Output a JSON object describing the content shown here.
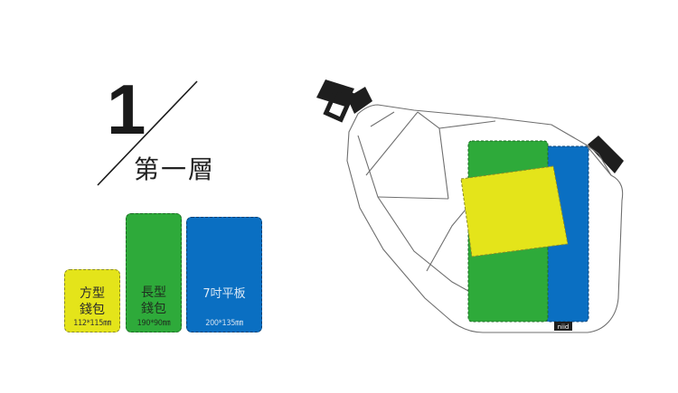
{
  "heading": {
    "number": "1",
    "title": "第一層"
  },
  "items": [
    {
      "name_line1": "方型",
      "name_line2": "錢包",
      "size": "112*115㎜",
      "color": "#e4e41a"
    },
    {
      "name_line1": "長型",
      "name_line2": "錢包",
      "size": "190*90㎜",
      "color": "#2eaa3a"
    },
    {
      "name_line1": "7吋平板",
      "name_line2": "",
      "size": "200*135㎜",
      "color": "#0a6fc2"
    }
  ],
  "bag": {
    "logo": "niid",
    "colors": {
      "outline": "#7a7a7a",
      "strap": "#222222",
      "yellow": "#e4e41a",
      "green": "#2eaa3a",
      "blue": "#0a6fc2"
    }
  }
}
